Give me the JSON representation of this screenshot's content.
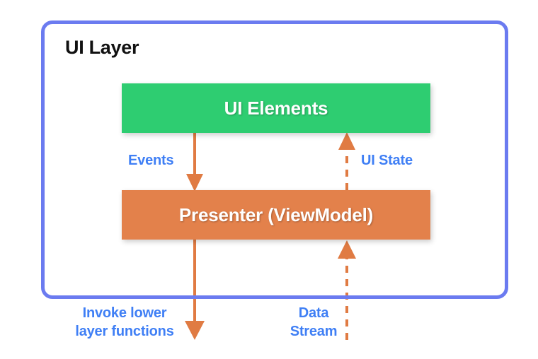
{
  "diagram": {
    "title": "UI Layer",
    "colors": {
      "frame_border": "#6B7BF0",
      "ui_elements_fill": "#2ECD71",
      "presenter_fill": "#E3814B",
      "arrow": "#E07B43",
      "label_text": "#3F7FF5",
      "title_text": "#111111",
      "node_text": "#FFFFFF",
      "background": "#FFFFFF"
    },
    "nodes": [
      {
        "id": "ui-elements",
        "label": "UI Elements",
        "fill": "#2ECD71"
      },
      {
        "id": "presenter",
        "label": "Presenter (ViewModel)",
        "fill": "#E3814B"
      }
    ],
    "edges": [
      {
        "id": "events",
        "label": "Events",
        "from": "ui-elements",
        "to": "presenter",
        "direction": "down",
        "style": "solid"
      },
      {
        "id": "ui-state",
        "label": "UI State",
        "from": "presenter",
        "to": "ui-elements",
        "direction": "up",
        "style": "dashed"
      },
      {
        "id": "invoke-lower-layer",
        "label": "Invoke lower\nlayer functions",
        "from": "presenter",
        "to": "lower-layer",
        "direction": "down",
        "style": "solid"
      },
      {
        "id": "data-stream",
        "label": "Data\nStream",
        "from": "lower-layer",
        "to": "presenter",
        "direction": "up",
        "style": "dashed"
      }
    ]
  }
}
